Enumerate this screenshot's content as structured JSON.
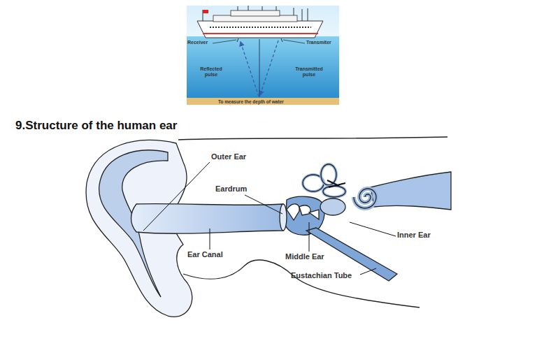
{
  "diagram": {
    "title": "9.Structure of the human ear",
    "labels": [
      "Receiver",
      "Transmiter",
      "Reflected pulse",
      "Transmitted pulse",
      "To measure the depth of water",
      "Outer Ear",
      "Eardrum",
      "Ear Canal",
      "Middle Ear",
      "Inner Ear",
      "Eustachian Tube"
    ]
  }
}
